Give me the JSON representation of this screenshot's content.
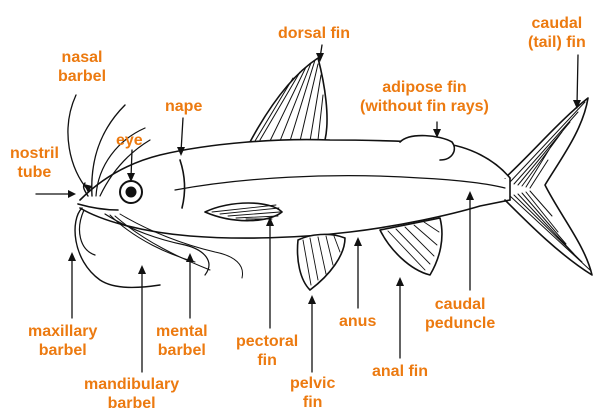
{
  "diagram": {
    "label_color": "#ec7a10",
    "line_color": "#111111",
    "labels": {
      "nasal_barbel": [
        "nasal",
        "barbel"
      ],
      "nostril_tube": [
        "nostril",
        "tube"
      ],
      "eye": "eye",
      "nape": "nape",
      "dorsal_fin": "dorsal fin",
      "adipose_fin": [
        "adipose fin",
        "(without fin rays)"
      ],
      "caudal_fin": [
        "caudal",
        "(tail) fin"
      ],
      "maxillary_barbel": [
        "maxillary",
        "barbel"
      ],
      "mandibulary_barbel": [
        "mandibulary",
        "barbel"
      ],
      "mental_barbel": [
        "mental",
        "barbel"
      ],
      "pectoral_fin": [
        "pectoral",
        "fin"
      ],
      "pelvic_fin": [
        "pelvic",
        "fin"
      ],
      "anus": "anus",
      "anal_fin": "anal fin",
      "caudal_peduncle": [
        "caudal",
        "peduncle"
      ]
    }
  }
}
